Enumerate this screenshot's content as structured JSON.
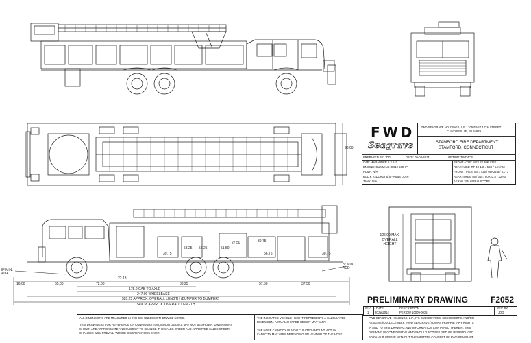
{
  "title_block": {
    "logo_text": "FWD",
    "brand_script": "Seagrave",
    "company_address_1": "FWD SEAGRAVE HOLDINGS, L.P. / 105 EAST 12TH STREET",
    "company_address_2": "CLINTONVILLE, WI 54929",
    "customer_name": "STAMFORD FIRE DEPARTMENT",
    "customer_city": "STAMFORD, CONNECTICUT",
    "prepared_by": "PREPARED BY: JDG",
    "date": "DATE: 09-04-2014",
    "option": "OPTION: TWD4CS",
    "cab": "CAB: MARAUDER II 2.141",
    "engine": "ENGINE: CUMMINS ISX12 500HP",
    "pump": "PUMP: N/A",
    "body": "BODY: #3DCR12 S/S - ASBS LO=6",
    "tank": "TANK: N/A",
    "front_axle": "FRONT AXLE: MFS 22 20K / 22K",
    "rear_axle": "REAR AXLE: RT-40-145 / 58K / 54K/AM",
    "front_tires": "FRONT TIRES: MX / 425 / 65R22.5 / XZY3",
    "rear_tires": "REAR TIRES: MI / 315 / 80R22.5 / XZY3",
    "aerial": "AERIAL: 95' AERIALSCOPE"
  },
  "preliminary": {
    "heading": "PRELIMINARY DRAWING",
    "drawing_number": "F2052",
    "rev_header": "REV.",
    "date_header": "DATE",
    "description_header": "DESCRIPTION",
    "rev_by_header": "REV. BY",
    "rev_value": "1",
    "date_value": "20Jan2014",
    "description_value": "PER QW 10009-0035",
    "rev_by_value": "JDG"
  },
  "notes": {
    "note_1": "ALL DIMENSIONS ARE MEASURED IN INCHES, UNLESS OTHERWISE NOTED.",
    "note_2a": "THIS DRAWING IS FOR REFERENCE OF CONFIGURATION; MINOR DETAILS MAY NOT BE SHOWN. DIMENSIONS",
    "note_2b": "SHOWN ARE APPROXIMATE AND SUBJECT TO CHANGE. THE SALES ORDER AND APPROVED SALES ORDER",
    "note_2c": "CHANGES WILL PREVAIL, WHERE DISCREPANCIES EXIST.",
    "note_3a": "THE INDICATED VEHICLE HEIGHT REPRESENTS A CALCULATED",
    "note_3b": "DIMENSION.  ACTUAL SHIPPED HEIGHT MAY VARY.",
    "note_4a": "THE HOSE CAPACITY IS A CALCULATED AMOUNT.  ACTUAL",
    "note_4b": "CAPACITY MAY VARY DEPENDING ON  VENDOR OF THE HOSE.",
    "legal_1": "FWD SEAGRAVE HOLDINGS, L.P., ITS SUBSIDIARIES, SUCCESSORS AND/OR",
    "legal_2": "ASSIGNS (COLLECTIVELY, \"FWD SEAGRAVE\") OWNS PROPRIETARY RIGHTS",
    "legal_3": "IN AND TO THIS DRAWING AND INFORMATION CONTAINED THEREIN. THIS",
    "legal_4": "DRAWING IS CONFIDENTIAL AND SHOULD NOT BE USED OR REPRODUCED",
    "legal_5": "FOR ANY PURPOSE WITHOUT THE WRITTEN CONSENT OF FWD SEAGRAVE."
  },
  "dimensions": {
    "overall_width": "96.00",
    "overall_height": "126.00 MAX. OVERALL HEIGHT",
    "angle_approach": "8° MIN. AOA",
    "angle_departure": "8° MIN. ADD",
    "d_16": "16.00",
    "d_65": "65.00",
    "d_72": "72.00",
    "d_2213": "22.13",
    "d_3825": "38.25",
    "d_5750": "57.50",
    "d_3750": "37.50",
    "d_cab_axle": "175.0 CAB TO AXLE",
    "d_wheelbase": "247.00 WHEELBASE",
    "d_overall_length": "520.25 APPROX. OVERALL LENGTH (BUMPER TO BUMPER)",
    "d_overall_length_2": "549.38 APPROX. OVERALL LENGTH",
    "c_3975": "39.75",
    "c_3075": "30.75",
    "c_5675": "56.75",
    "c_5150": "51.50",
    "c_2750": "27.50",
    "c_5325": "53.25",
    "c_5525": "55.25",
    "c_3975b": "39.75"
  }
}
